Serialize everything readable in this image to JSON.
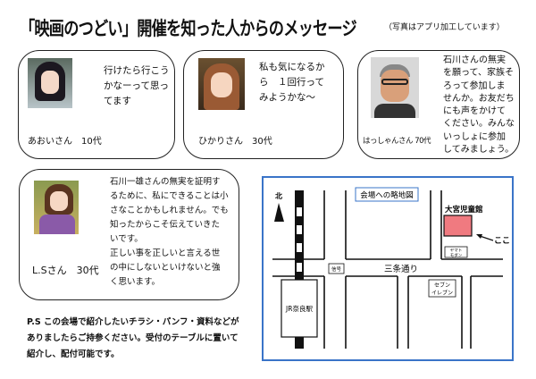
{
  "header": {
    "title": "「映画のつどい」開催を知った人からのメッセージ",
    "note": "（写真はアプリ加工しています）"
  },
  "messages": [
    {
      "name": "あおいさん　10代",
      "text": "行けたら行こう\nかなーって思っ\nてます"
    },
    {
      "name": "ひかりさん　30代",
      "text": "私も気になるか\nら　１回行って\nみようかな～"
    },
    {
      "name": "はっしゃんさん 70代",
      "text": "石川さんの無実\nを願って、家族そ\nろって参加しま\nせんか。お友だち\nにも声をかけて\nください。みんな\nいっしょに参加\nしてみましょう。"
    },
    {
      "name": "L.Sさん　30代",
      "text": "石川一雄さんの無実を証明す\nるために、私にできることは小\nさなことかもしれません。でも\n知ったからこそ伝えていきた\nいです。\n正しい事を正しいと言える世\nの中にしないといけないと強\nく思います。"
    }
  ],
  "ps": "P.S この会場で紹介したいチラシ・パンフ・資料などが\nありましたらご持参ください。受付のテーブルに置いて\n紹介し、配付可能です。",
  "map": {
    "title": "会場への略地図",
    "north": "北",
    "venue": "大宮児童館",
    "here": "ここ",
    "street": "三条通り",
    "signal": "信号",
    "station": "JR奈良駅",
    "shop1": "ヤマト",
    "shop1b": "モダン",
    "shop2": "セブン",
    "shop2b": "イレブン",
    "venue_color": "#f07a80",
    "border_color": "#3a74c8"
  }
}
